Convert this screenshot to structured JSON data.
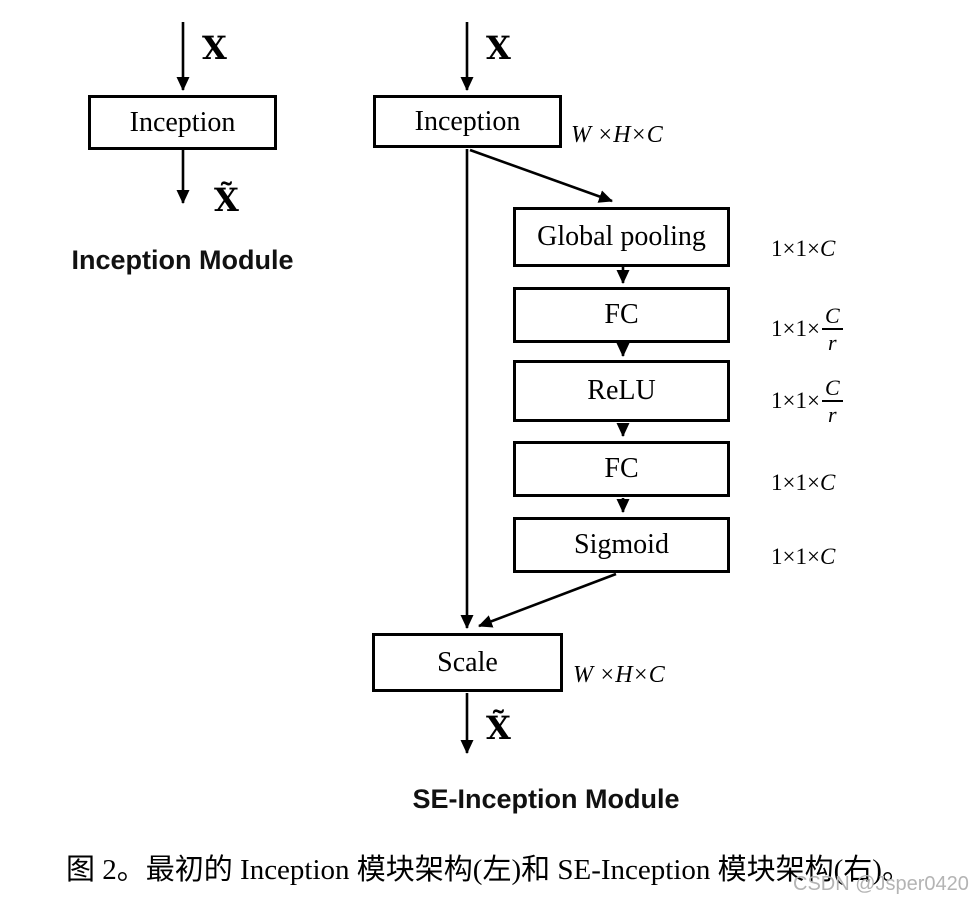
{
  "left_module": {
    "input_label": "X",
    "block_label": "Inception",
    "output_label": "X̃",
    "title": "Inception Module"
  },
  "right_module": {
    "input_label": "X",
    "output_label": "X̃",
    "title": "SE-Inception Module",
    "blocks": [
      {
        "label": "Inception",
        "dim": "W ×H×C"
      },
      {
        "label": "Global pooling",
        "dim_prefix": "1×1×",
        "dim_var": "C"
      },
      {
        "label": "FC",
        "dim_prefix": "1×1×",
        "dim_num": "C",
        "dim_den": "r"
      },
      {
        "label": "ReLU",
        "dim_prefix": "1×1×",
        "dim_num": "C",
        "dim_den": "r"
      },
      {
        "label": "FC",
        "dim_prefix": "1×1×",
        "dim_var": "C"
      },
      {
        "label": "Sigmoid",
        "dim_prefix": "1×1×",
        "dim_var": "C"
      },
      {
        "label": "Scale",
        "dim": "W ×H×C"
      }
    ]
  },
  "caption": "图 2。最初的 Inception 模块架构(左)和 SE-Inception 模块架构(右)。",
  "watermark": "CSDN @Jsper0420",
  "colors": {
    "line": "#000000",
    "watermark": "#b4b4b4",
    "background": "#ffffff"
  }
}
